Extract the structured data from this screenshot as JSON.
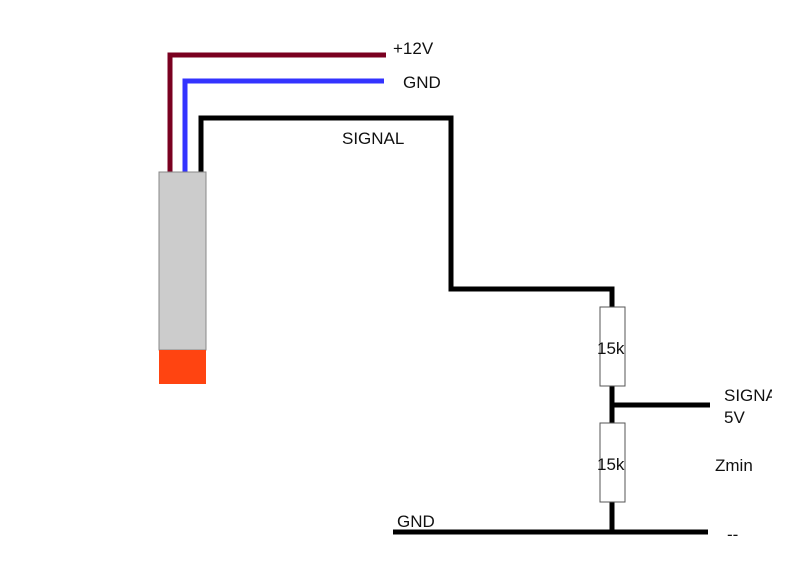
{
  "labels": {
    "plus12v": "+12V",
    "gnd_top": "GND",
    "signal": "SIGNAL",
    "r1": "15k",
    "r2": "15k",
    "signal_out": "SIGNAL",
    "v5": "5V",
    "zmin": "Zmin",
    "gnd_bottom": "GND",
    "minus": "--"
  },
  "colors": {
    "wire_12v": "#7a0020",
    "wire_gnd": "#3333ff",
    "wire_signal": "#000000",
    "sensor_body": "#cccccc",
    "sensor_tip": "#ff4411"
  }
}
